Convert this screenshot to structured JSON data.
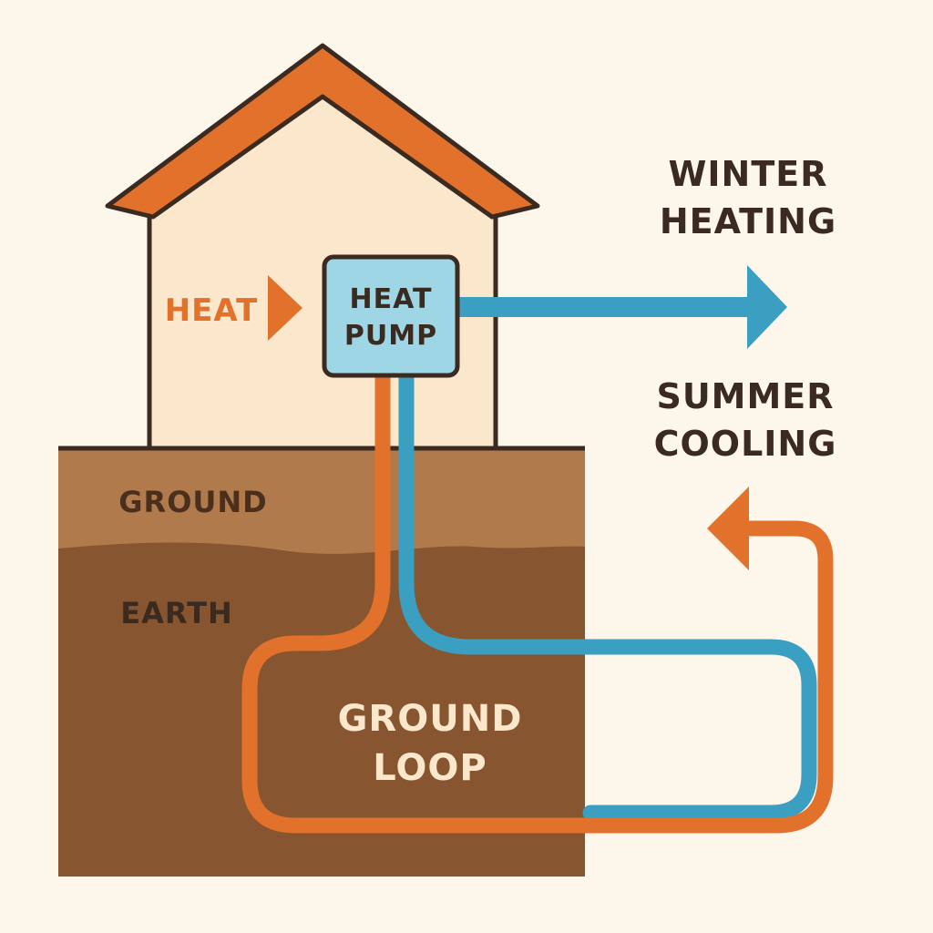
{
  "labels": {
    "heat": "HEAT",
    "heat_pump_line1": "HEAT",
    "heat_pump_line2": "PUMP",
    "winter_line1": "WINTER",
    "winter_line2": "HEATING",
    "summer_line1": "SUMMER",
    "summer_line2": "COOLING",
    "ground": "GROUND",
    "earth": "EARTH",
    "loop_line1": "GROUND",
    "loop_line2": "LOOP"
  },
  "colors": {
    "background": "#fdf6ea",
    "roof": "#e2712b",
    "house_wall": "#fbe8cc",
    "outline": "#3a2a20",
    "ground_layer": "#b07a4c",
    "earth_layer": "#87552f",
    "hot_pipe": "#e2712b",
    "cold_pipe": "#3a9fc0",
    "pump_box": "#9fd6e6",
    "dark_text": "#3a2a20",
    "light_text": "#fbe8cc"
  },
  "icons": {
    "heat_arrow": "right-arrow-icon",
    "winter_arrow": "right-arrow-icon",
    "summer_arrow": "left-arrow-icon"
  }
}
